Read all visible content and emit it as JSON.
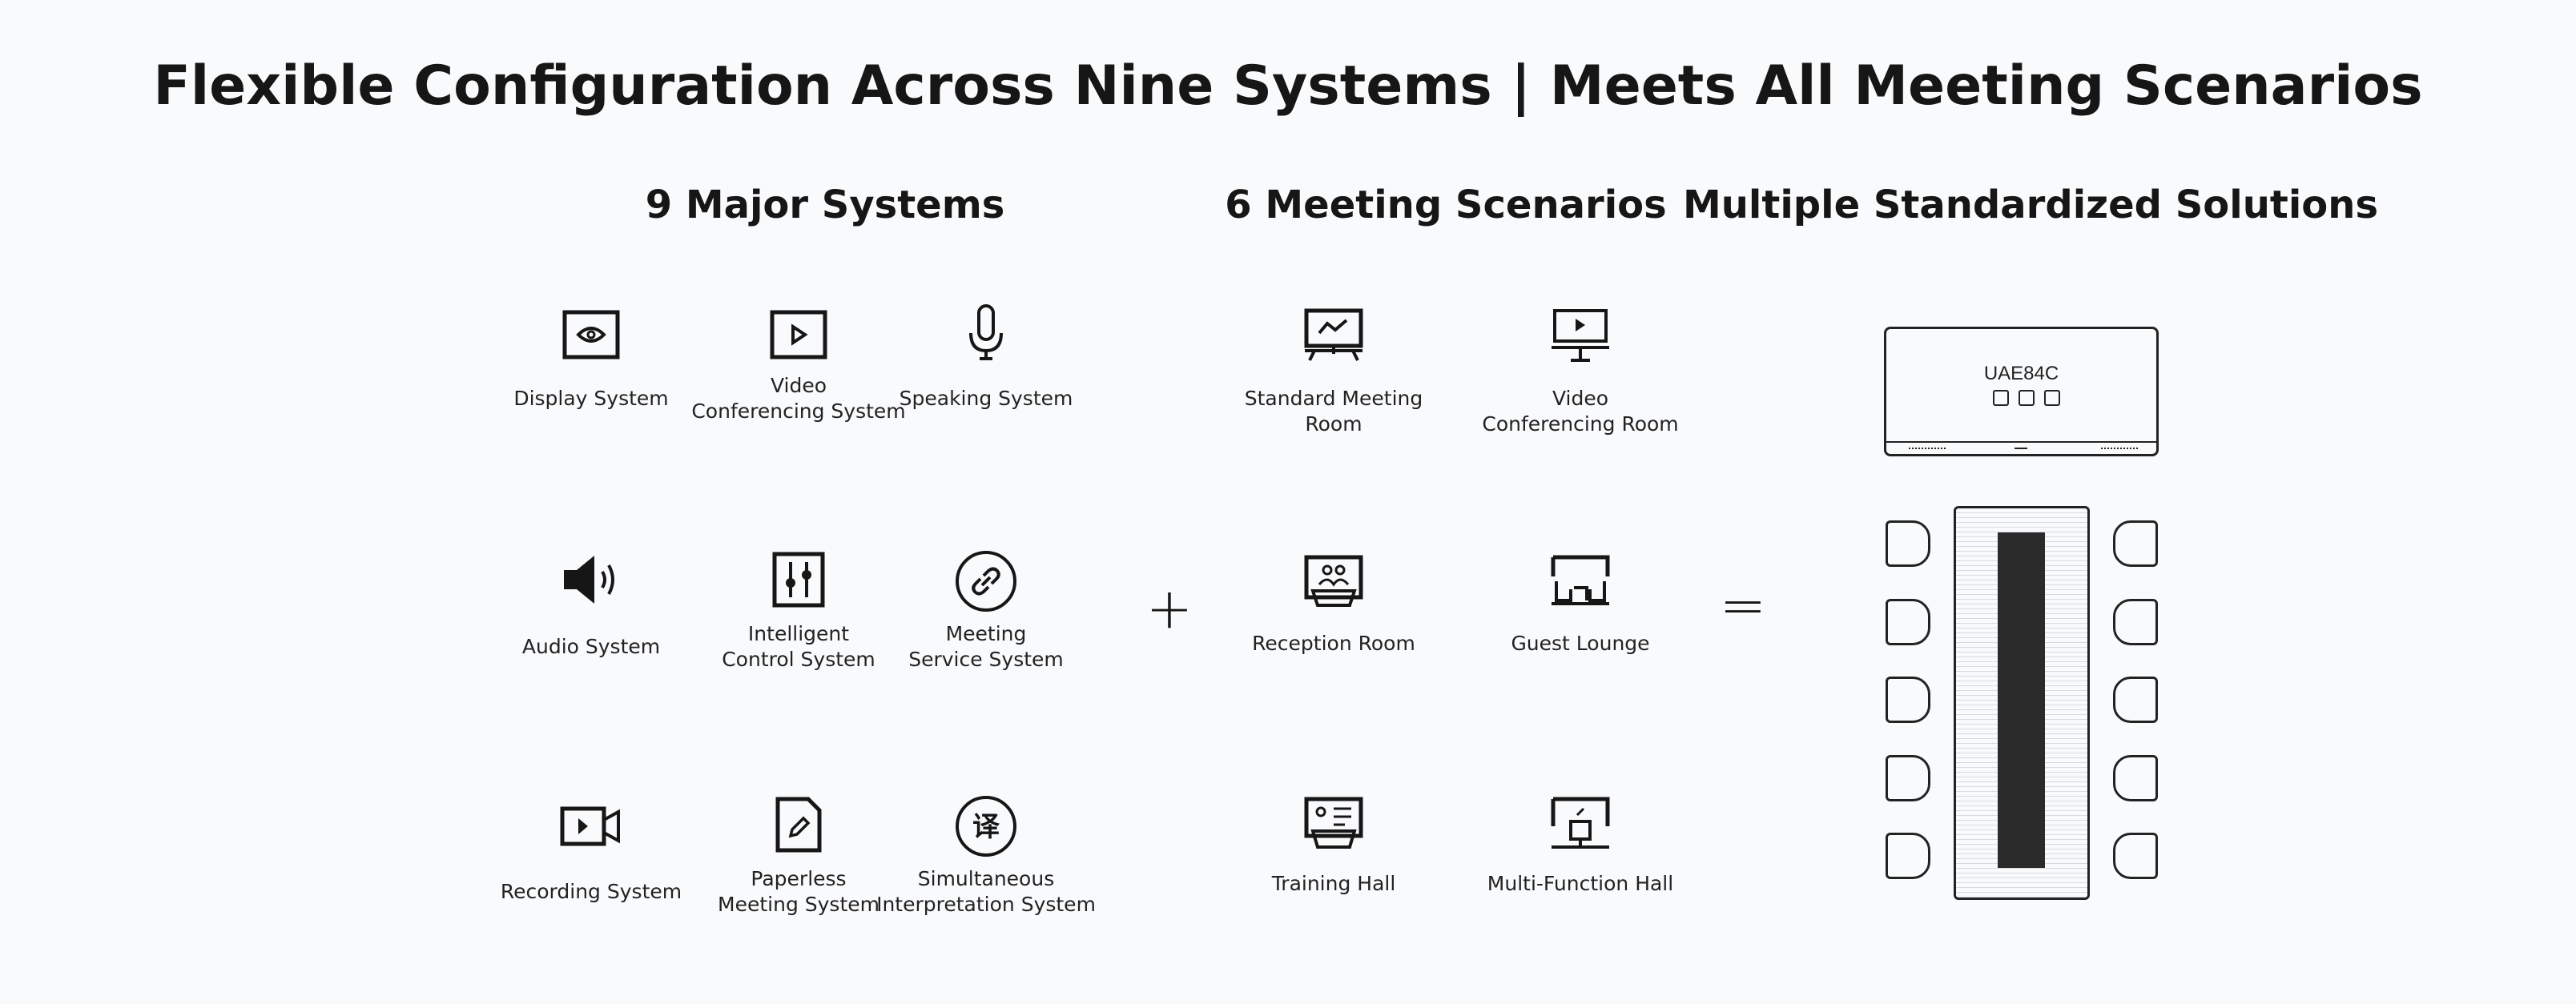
{
  "title": "Flexible Configuration Across Nine Systems | Meets All Meeting Scenarios",
  "sections": {
    "systems": "9 Major Systems",
    "scenarios": "6 Meeting Scenarios",
    "solutions": "Multiple Standardized Solutions"
  },
  "systems": [
    {
      "label": "Display System",
      "icon": "eye-screen-icon"
    },
    {
      "label": "Video\nConferencing System",
      "icon": "play-screen-icon"
    },
    {
      "label": "Speaking System",
      "icon": "microphone-icon"
    },
    {
      "label": "Audio System",
      "icon": "speaker-icon"
    },
    {
      "label": "Intelligent\nControl System",
      "icon": "sliders-icon"
    },
    {
      "label": "Meeting\nService System",
      "icon": "link-circle-icon"
    },
    {
      "label": "Recording System",
      "icon": "video-camera-icon"
    },
    {
      "label": "Paperless\nMeeting System",
      "icon": "document-pen-icon"
    },
    {
      "label": "Simultaneous\nInterpretation System",
      "icon": "translate-icon"
    }
  ],
  "scenarios": [
    {
      "label": "Standard Meeting Room",
      "icon": "meeting-room-icon"
    },
    {
      "label": "Video\nConferencing Room",
      "icon": "video-room-icon"
    },
    {
      "label": "Reception Room",
      "icon": "reception-room-icon"
    },
    {
      "label": "Guest Lounge",
      "icon": "lounge-icon"
    },
    {
      "label": "Training Hall",
      "icon": "training-hall-icon"
    },
    {
      "label": "Multi-Function Hall",
      "icon": "multi-function-hall-icon"
    }
  ],
  "operators": {
    "plus": "+",
    "equals": "="
  },
  "device": {
    "model": "UAE84C"
  }
}
